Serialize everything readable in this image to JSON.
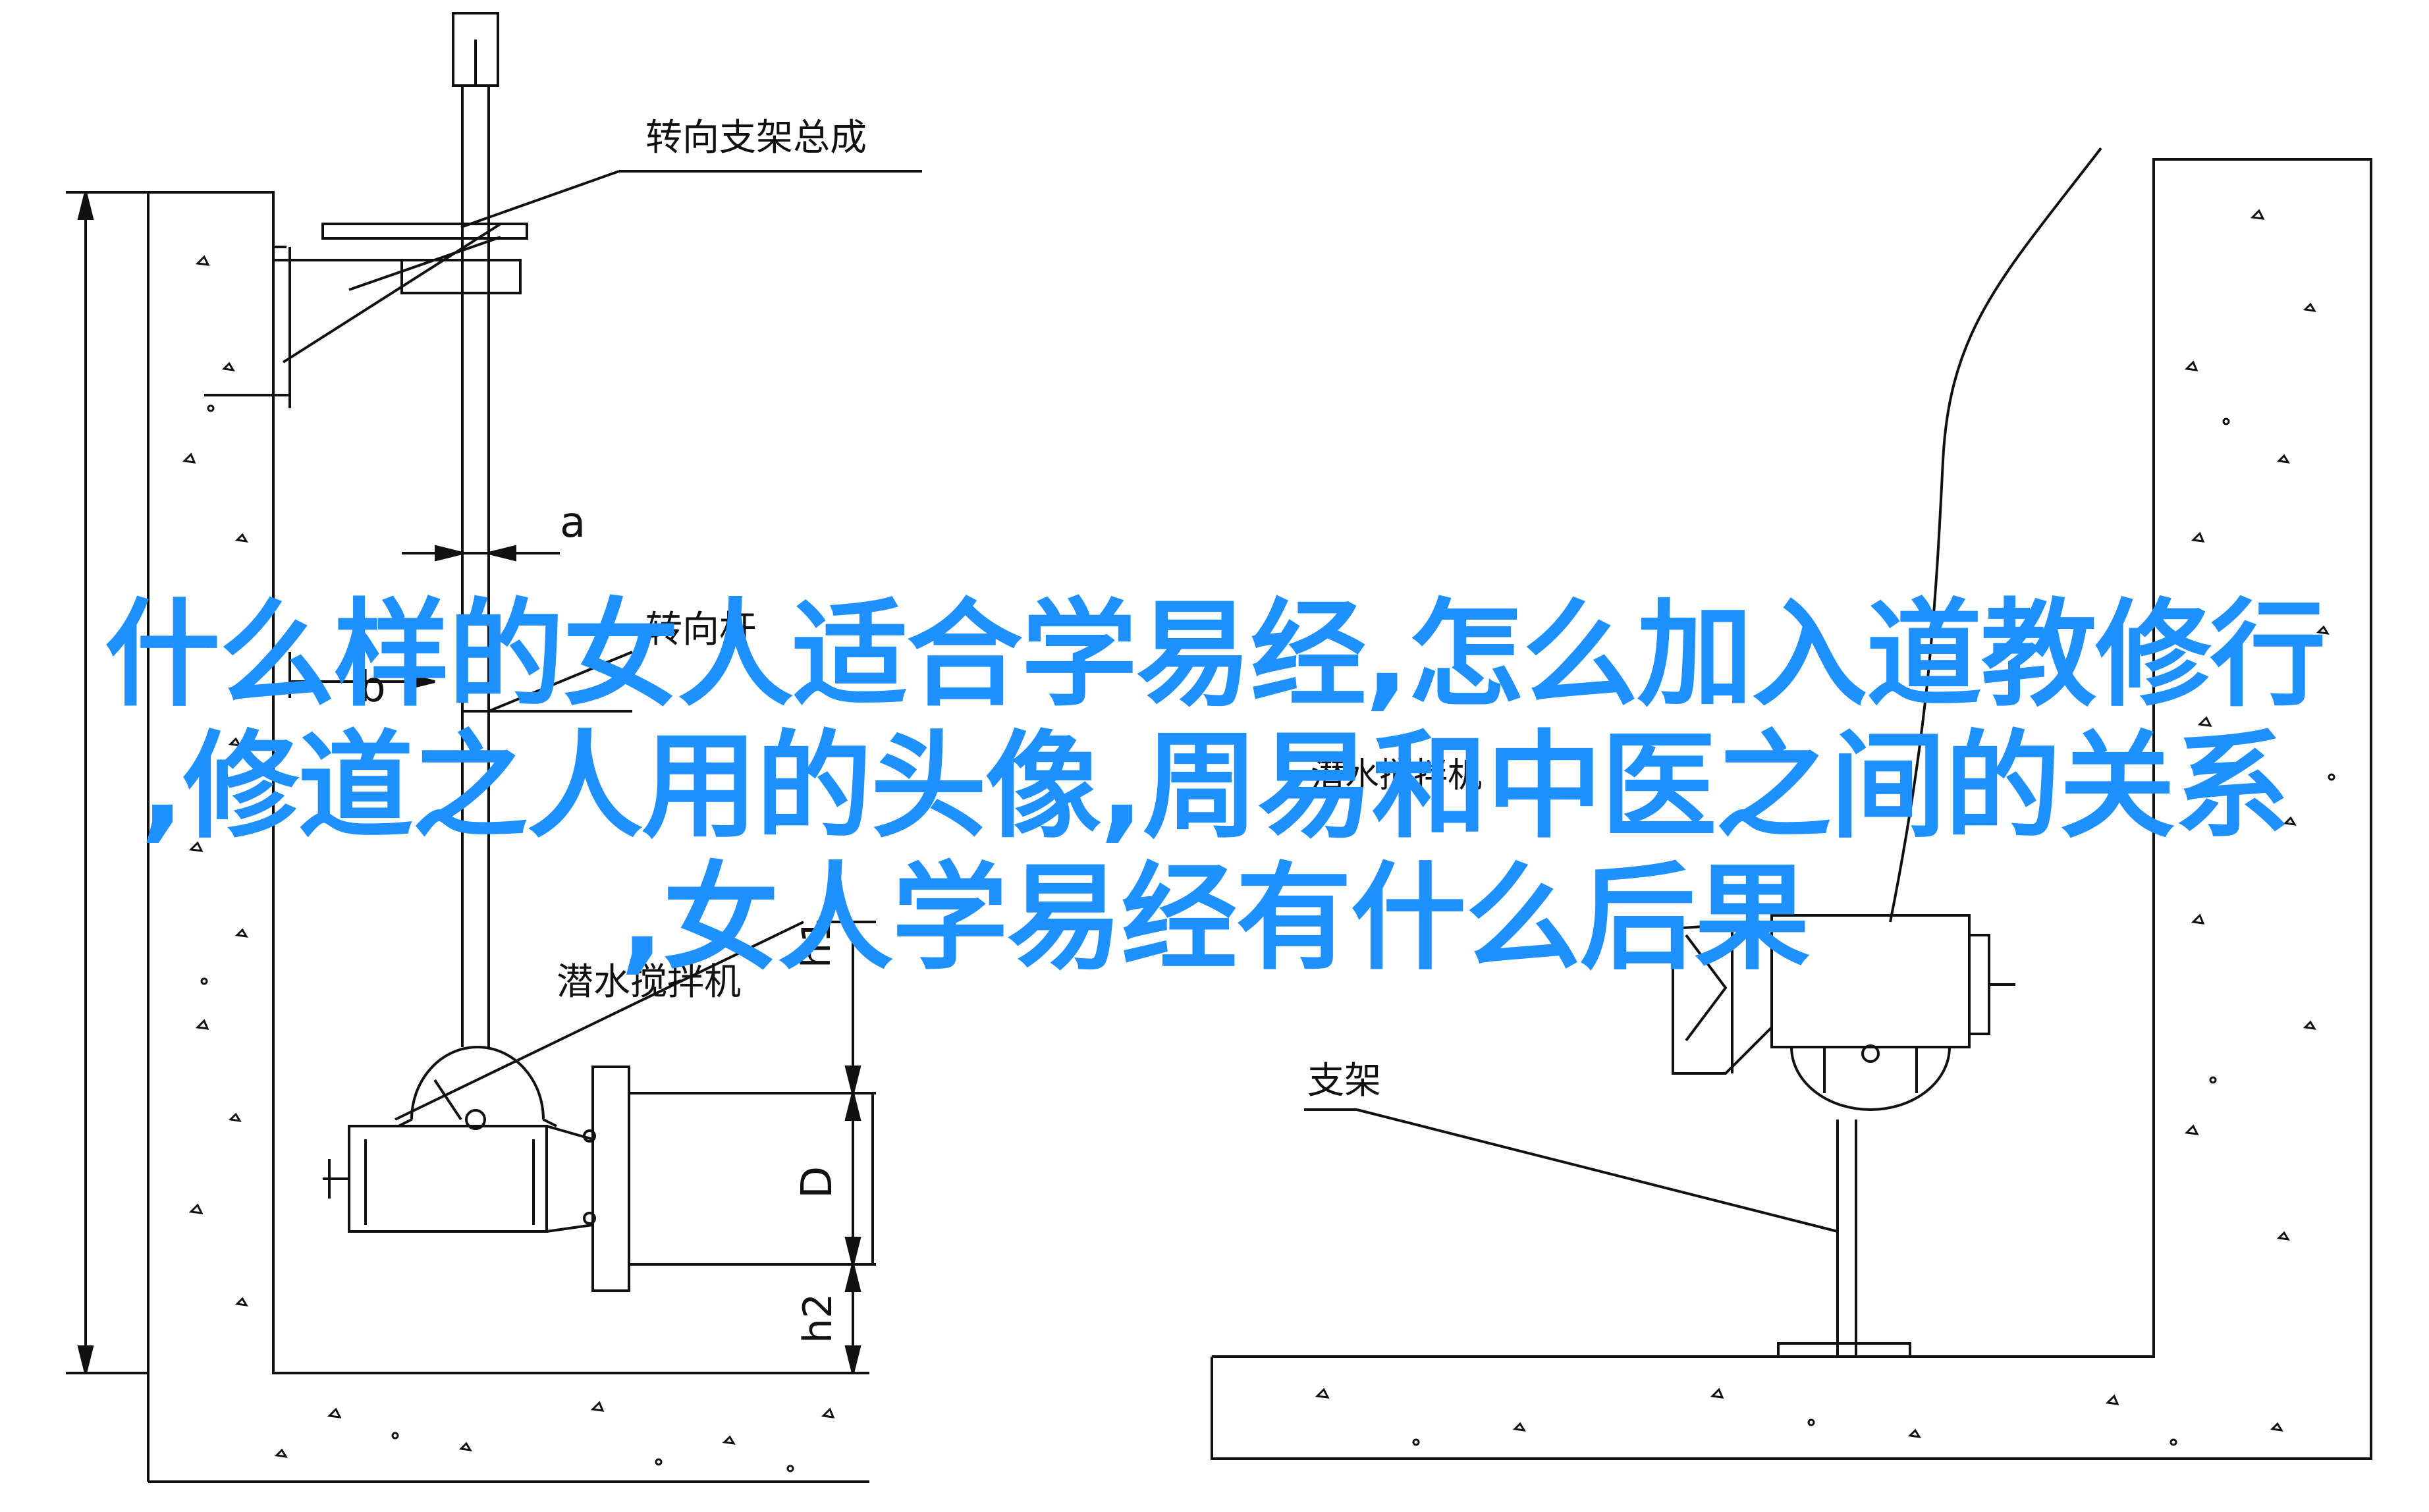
{
  "labels": {
    "steering_assembly": "转向支架总成",
    "dim_a": "a",
    "steering_partial": "转向杆",
    "dim_b": "b",
    "mixer_right": "潜水搅拌机",
    "dim_h1": "h1",
    "mixer_left": "潜水搅拌机",
    "dim_d": "D",
    "dim_h2": "h2",
    "bracket": "支架"
  },
  "overlay": {
    "line1": "什么样的女人适合学易经,怎么加入道教修行",
    "line2": ",修道之人用的头像,周易和中医之间的关系",
    "line3": ",女人学易经有什么后果"
  },
  "colors": {
    "line": "#111111",
    "overlay_text": "#1e90ff"
  }
}
